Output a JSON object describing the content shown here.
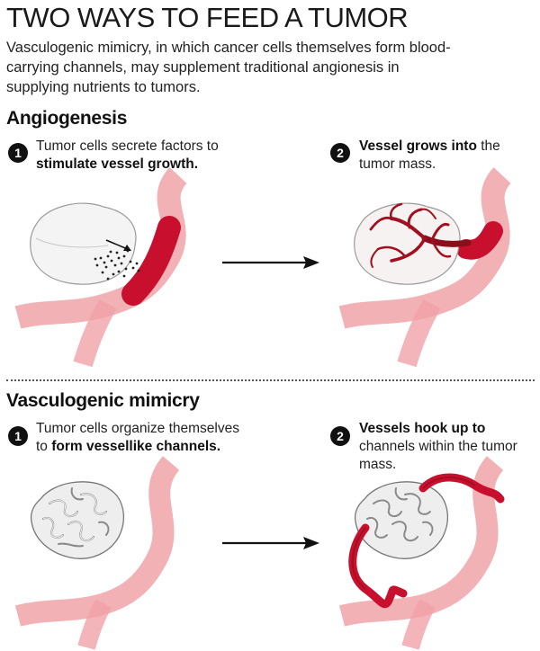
{
  "header": {
    "title": "TWO WAYS TO FEED A TUMOR",
    "subtitle": "Vasculogenic mimicry, in which cancer cells themselves form blood-carrying channels, may supplement traditional angionesis in supplying nutrients to tumors."
  },
  "sections": [
    {
      "heading": "Angiogenesis",
      "steps": [
        {
          "number": "1",
          "text_plain": "Tumor cells secrete factors to ",
          "text_bold": "stimulate vessel growth.",
          "bold_first": false
        },
        {
          "number": "2",
          "text_bold": "Vessel grows into",
          "text_plain": " the tumor mass.",
          "bold_first": true
        }
      ]
    },
    {
      "heading": "Vasculogenic mimicry",
      "steps": [
        {
          "number": "1",
          "text_plain": "Tumor cells organize themselves to ",
          "text_bold": "form vessellike channels.",
          "bold_first": false
        },
        {
          "number": "2",
          "text_bold": "Vessels hook up to",
          "text_plain": " channels within the tumor mass.",
          "bold_first": true
        }
      ]
    }
  ],
  "colors": {
    "vessel_light": "#f0a3a8",
    "vessel_active": "#c8102e",
    "vessel_dark": "#8b0d1a",
    "tumor_fill": "#f4f4f4",
    "tumor_stroke": "#9a9a9a"
  }
}
